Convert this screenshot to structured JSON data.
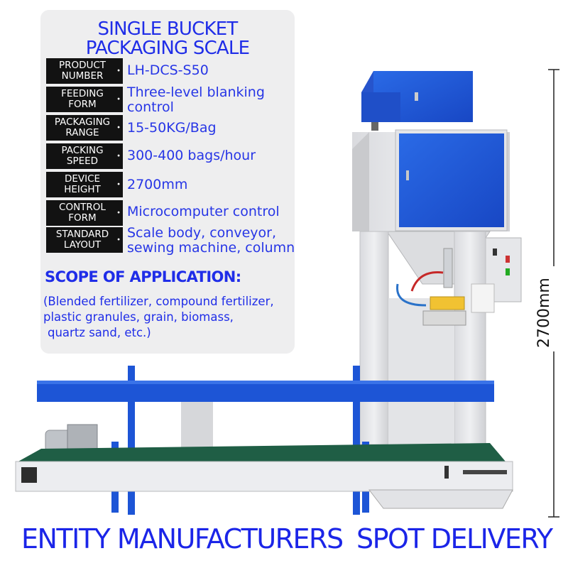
{
  "panel": {
    "title_line1": "SINGLE BUCKET",
    "title_line2": "PACKAGING SCALE",
    "specs": [
      {
        "label1": "PRODUCT",
        "label2": "NUMBER",
        "value1": "LH-DCS-S50",
        "value2": ""
      },
      {
        "label1": "FEEDING",
        "label2": "FORM",
        "value1": "Three-level blanking",
        "value2": "control"
      },
      {
        "label1": "PACKAGING",
        "label2": "RANGE",
        "value1": "15-50KG/Bag",
        "value2": ""
      },
      {
        "label1": "PACKING",
        "label2": "SPEED",
        "value1": "300-400 bags/hour",
        "value2": ""
      },
      {
        "label1": "DEVICE",
        "label2": "HEIGHT",
        "value1": "2700mm",
        "value2": ""
      },
      {
        "label1": "CONTROL",
        "label2": "FORM",
        "value1": "Microcomputer control",
        "value2": ""
      },
      {
        "label1": "STANDARD",
        "label2": "LAYOUT",
        "value1": "Scale body, conveyor,",
        "value2": "sewing machine, column"
      }
    ],
    "scope_heading": "SCOPE OF APPLICATION:",
    "scope_lines": [
      "(Blended fertilizer, compound fertilizer,",
      "plastic granules, grain, biomass,",
      "quartz sand, etc.)"
    ]
  },
  "dimension_label": "2700mm",
  "slogans": {
    "left": "ENTITY MANUFACTURERS",
    "right": "SPOT DELIVERY"
  },
  "colors": {
    "brand_blue": "#1f2de8",
    "machine_blue": "#1d55d6",
    "conveyor_green": "#1f5e45",
    "label_black": "#121212"
  }
}
